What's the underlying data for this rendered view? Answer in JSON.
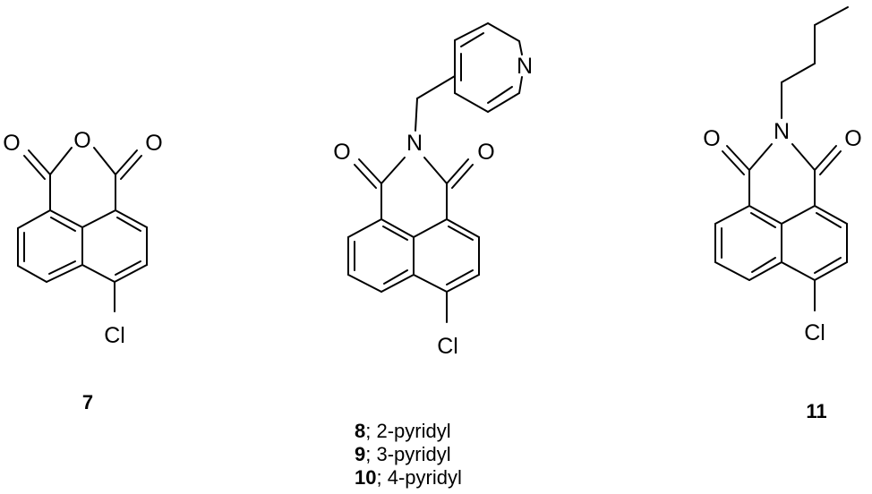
{
  "atoms": {
    "oxygen": "O",
    "nitrogen": "N",
    "chlorine": "Cl"
  },
  "compounds": {
    "c7": {
      "number": "7"
    },
    "c8": {
      "number": "8",
      "desc": "; 2-pyridyl"
    },
    "c9": {
      "number": "9",
      "desc": "; 3-pyridyl"
    },
    "c10": {
      "number": "10",
      "desc": "; 4-pyridyl"
    },
    "c11": {
      "number": "11"
    }
  }
}
